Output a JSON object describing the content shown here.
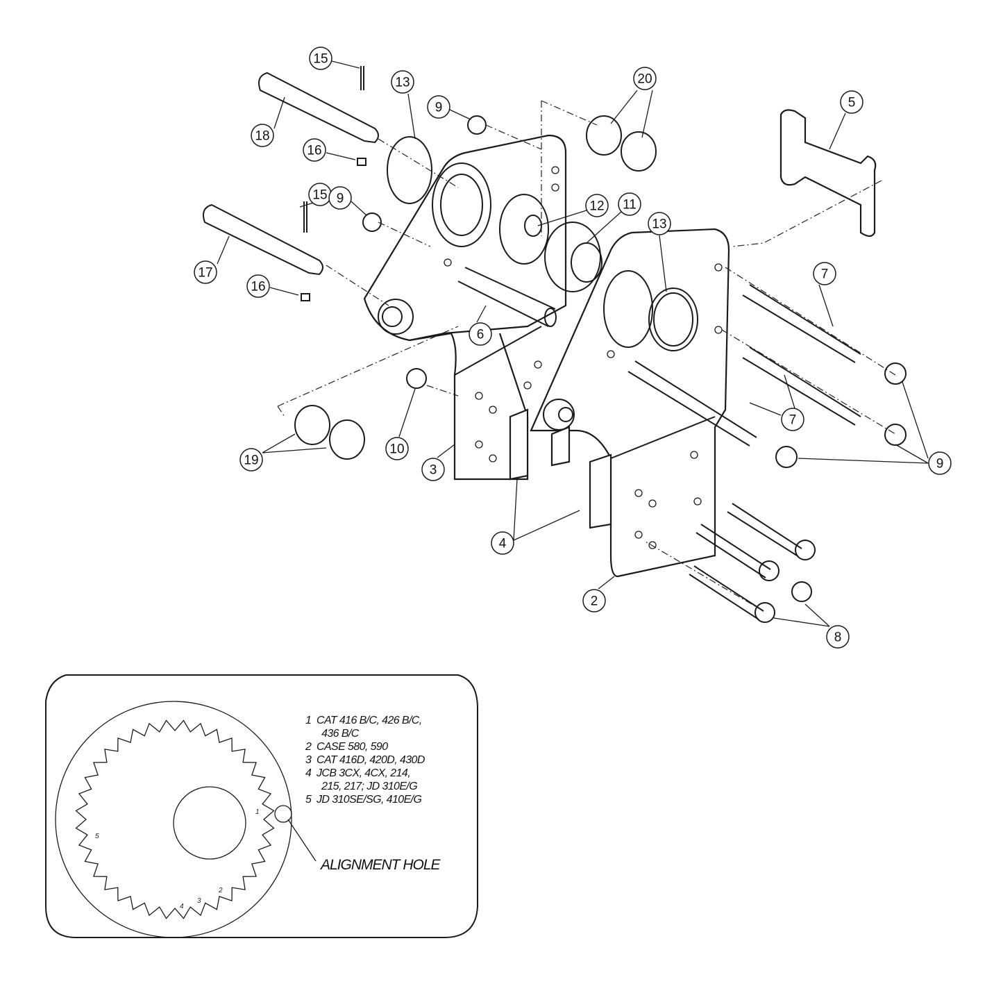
{
  "callouts": [
    "15",
    "13",
    "9",
    "20",
    "5",
    "18",
    "16",
    "15",
    "9",
    "12",
    "11",
    "13",
    "7",
    "17",
    "16",
    "6",
    "7",
    "9",
    "19",
    "10",
    "3",
    "4",
    "2",
    "8"
  ],
  "inset": {
    "legend": [
      "1  CAT 416 B/C, 426 B/C,",
      "      436 B/C",
      "2  CASE 580, 590",
      "3  CAT 416D, 420D, 430D",
      "4  JCB 3CX, 4CX, 214,",
      "      215, 217; JD 310E/G",
      "5  JD 310SE/SG, 410E/G"
    ],
    "alignment_label": "ALIGNMENT HOLE",
    "gear_marks": [
      "1",
      "2",
      "3",
      "4",
      "5"
    ]
  }
}
